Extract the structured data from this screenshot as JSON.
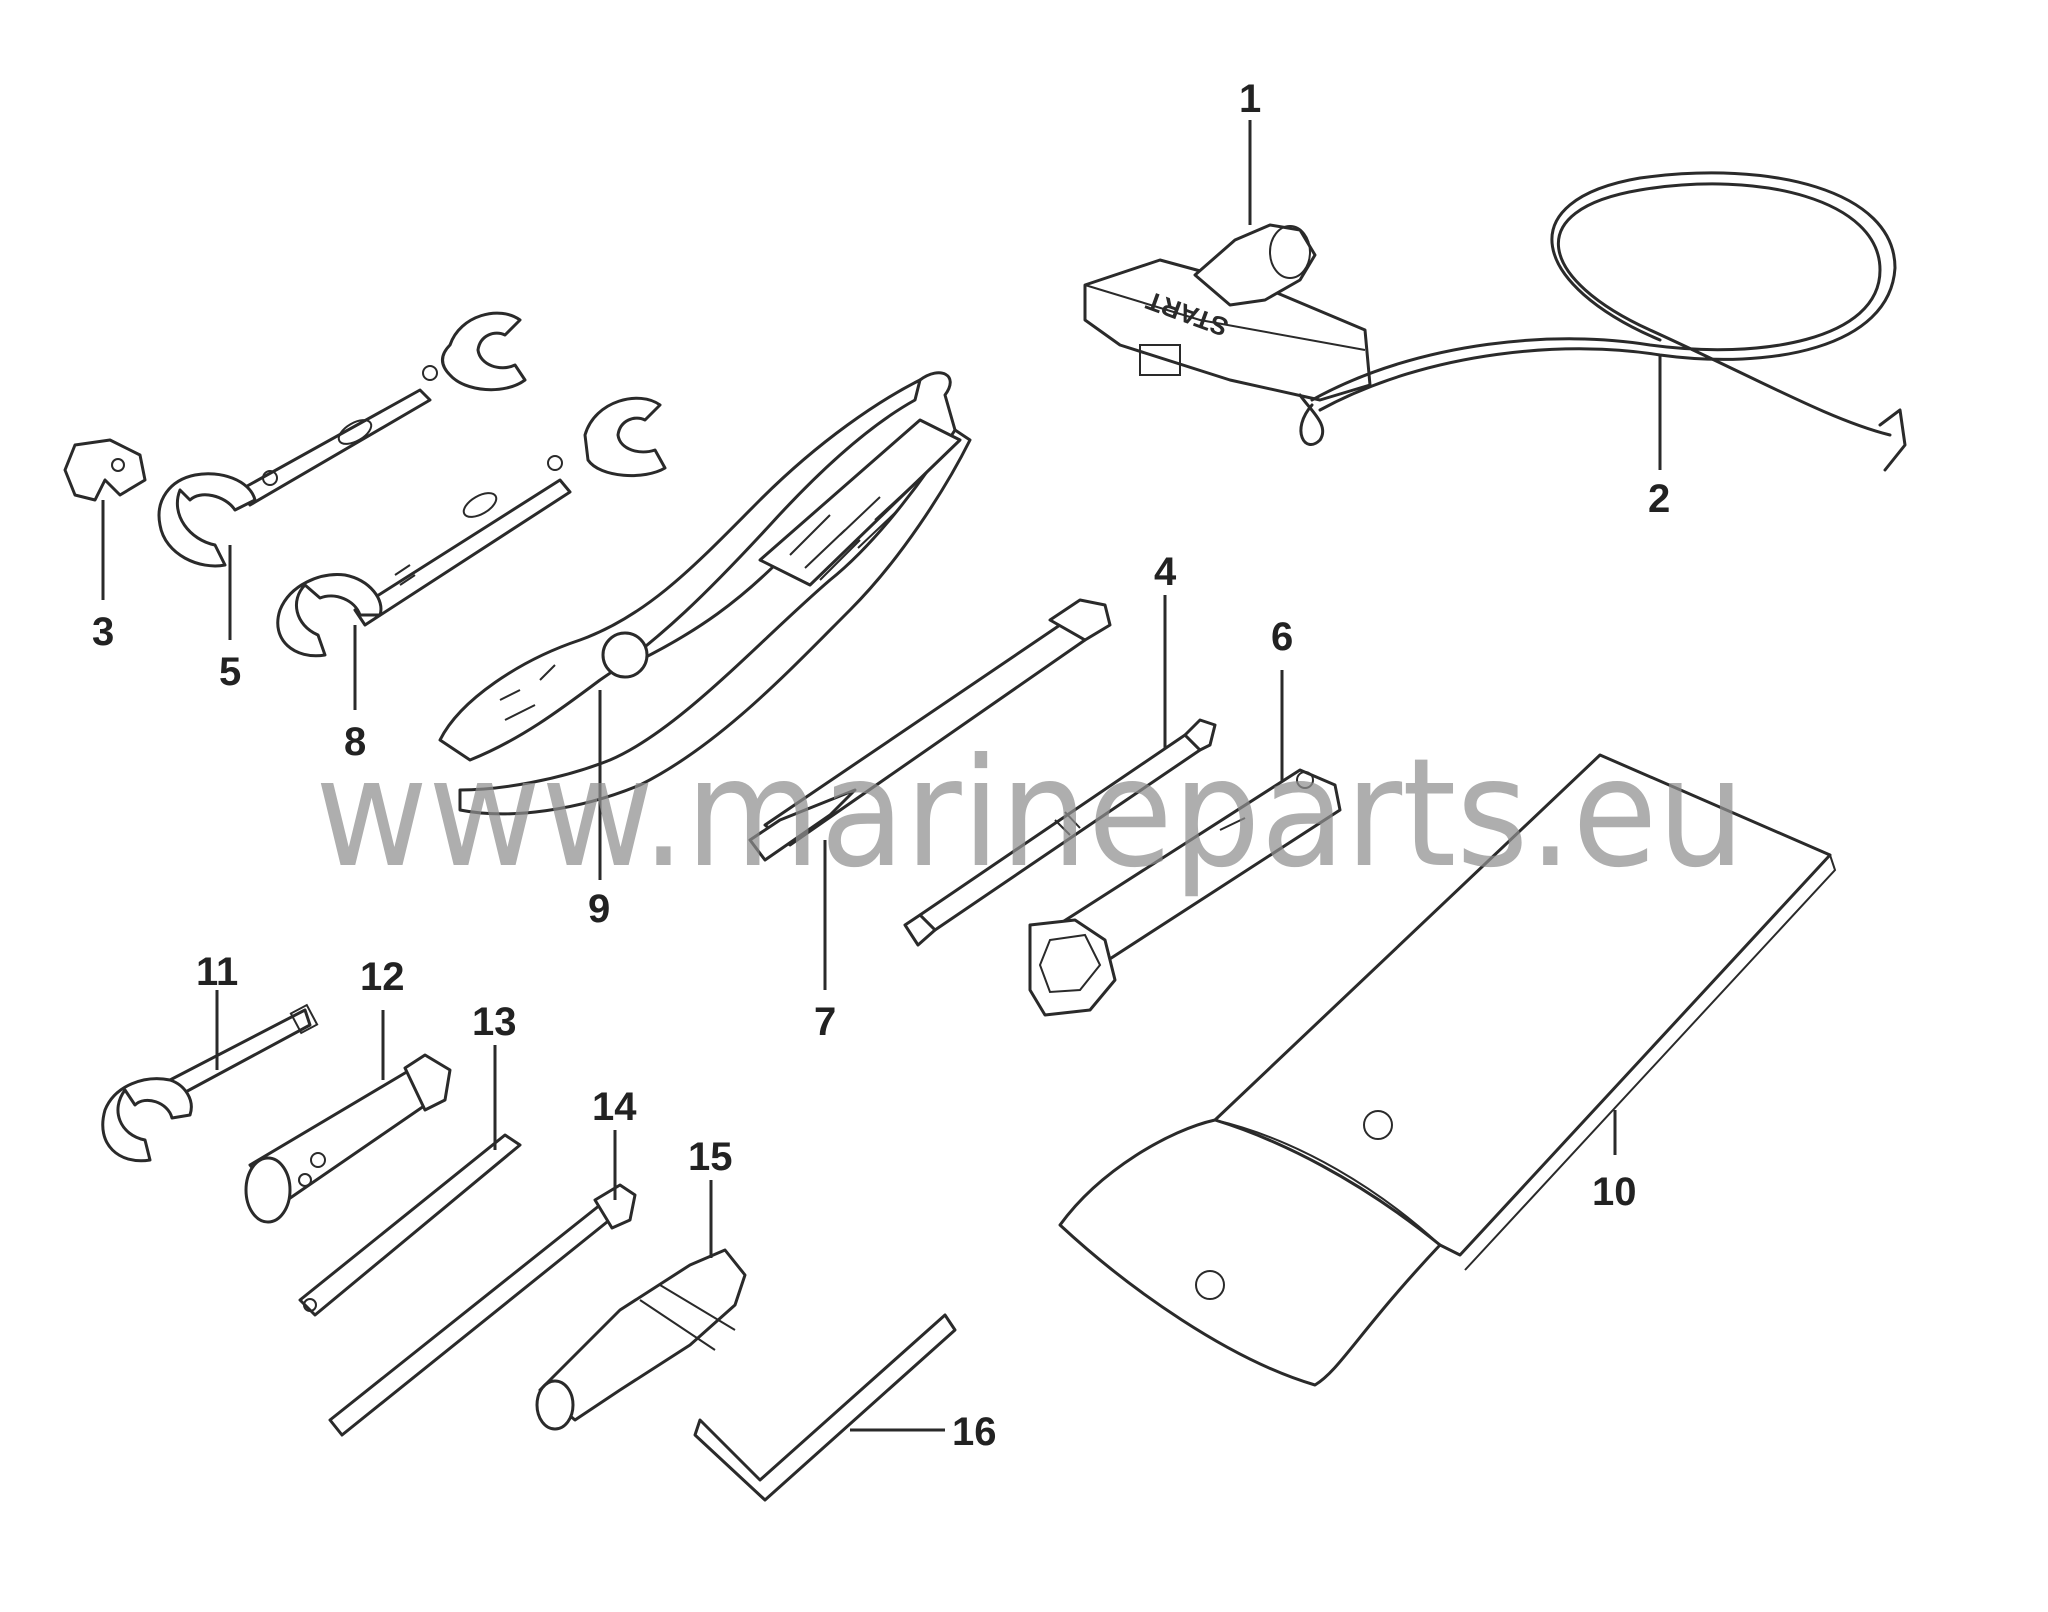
{
  "callouts": {
    "c1": "1",
    "c2": "2",
    "c3": "3",
    "c4": "4",
    "c5": "5",
    "c6": "6",
    "c7": "7",
    "c8": "8",
    "c9": "9",
    "c10": "10",
    "c11": "11",
    "c12": "12",
    "c13": "13",
    "c14": "14",
    "c15": "15",
    "c16": "16"
  },
  "grip_text": "START",
  "watermark": "www.marineparts.eu",
  "colors": {
    "line": "#2a2a2a",
    "watermark": "#8f8f8f",
    "background": "#ffffff"
  }
}
